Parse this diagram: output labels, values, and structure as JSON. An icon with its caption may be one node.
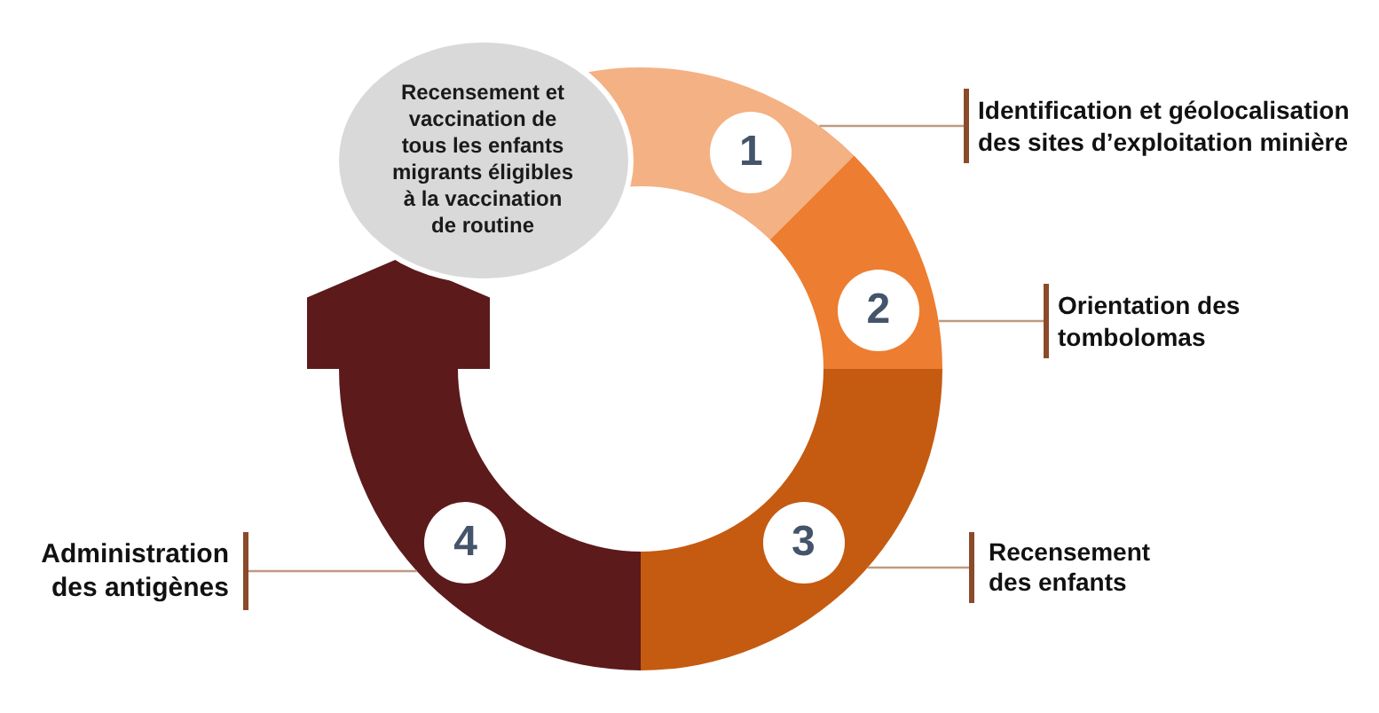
{
  "diagram": {
    "nodes": [
      {
        "text": [
          "Recensement et vaccination de tous les enfants migrants éligibles à la vaccination de routine"
        ]
      },
      {
        "text": [],
        "shape": "arc"
      },
      {
        "text": [
          "1"
        ],
        "in": 1
      },
      {
        "text": [
          "Identification et géolocalisation des sites d’exploitation minière"
        ]
      },
      {
        "text": [],
        "shape": "arc"
      },
      {
        "text": [
          "2"
        ],
        "in": 4
      },
      {
        "text": [
          "Orientation des tombolomas"
        ]
      },
      {
        "text": [],
        "shape": "arc"
      },
      {
        "text": [
          "3"
        ],
        "in": 7
      },
      {
        "text": [
          "Recensement des enfants"
        ]
      },
      {
        "text": [],
        "shape": "arc"
      },
      {
        "text": [
          "4"
        ],
        "in": 10
      },
      {
        "text": [
          "Administration des antigènes"
        ]
      }
    ],
    "edges": [
      {
        "from": 3,
        "to": 1,
        "arrow": "none"
      },
      {
        "from": 6,
        "to": 4,
        "arrow": "none"
      },
      {
        "from": 9,
        "to": 7,
        "arrow": "none"
      },
      {
        "from": 12,
        "to": 10,
        "arrow": "none"
      },
      {
        "from": 10,
        "to": 0,
        "arrow": "to",
        "style": "thick",
        "color": "#5c1a1b"
      }
    ]
  }
}
